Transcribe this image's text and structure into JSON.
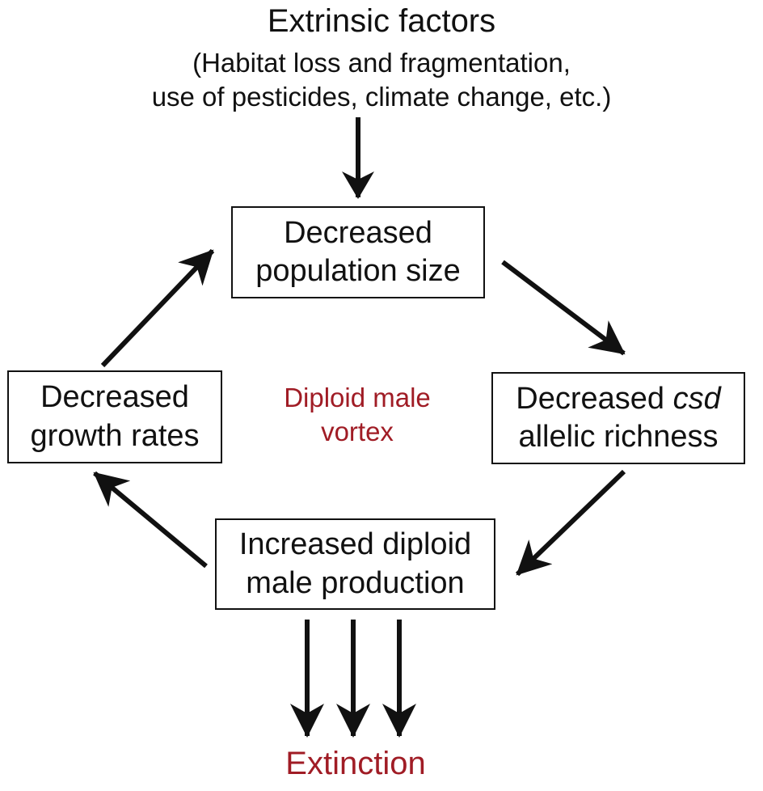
{
  "colors": {
    "ink": "#111111",
    "accent": "#a01c25"
  },
  "extrinsic": {
    "title": "Extrinsic factors",
    "line1": "(Habitat loss and fragmentation,",
    "line2": "use of pesticides, climate change, etc.)"
  },
  "nodes": {
    "population": {
      "line1": "Decreased",
      "line2": "population size"
    },
    "csd": {
      "line1_prefix": "Decreased ",
      "line1_italic": "csd",
      "line2": "allelic richness"
    },
    "diploid_production": {
      "line1": "Increased diploid",
      "line2": "male production"
    },
    "growth": {
      "line1": "Decreased",
      "line2": "growth rates"
    }
  },
  "center_label": {
    "line1": "Diploid male",
    "line2": "vortex"
  },
  "outcome": {
    "label": "Extinction"
  }
}
